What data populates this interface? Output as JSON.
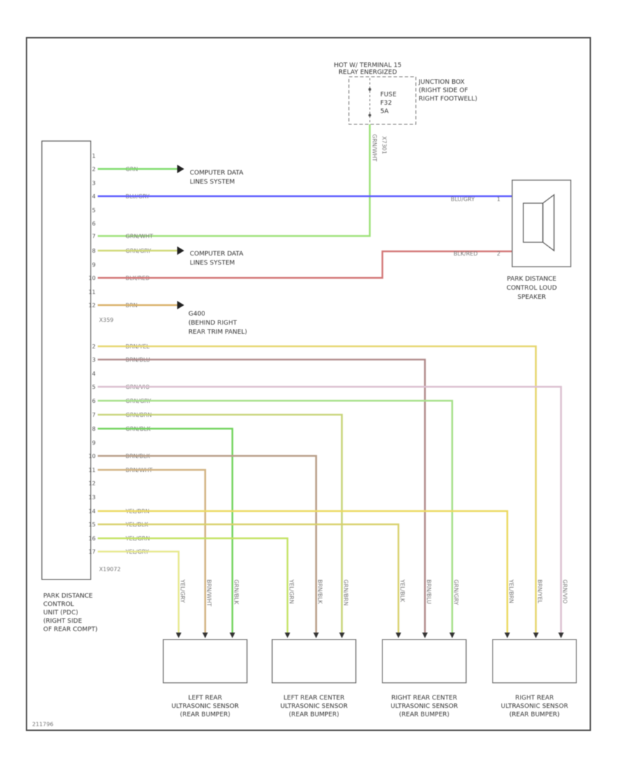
{
  "fuse_block": {
    "hot_line1": "HOT W/ TERMINAL 15",
    "hot_line2": "RELAY ENERGIZED",
    "fuse_label": "FUSE",
    "fuse_id": "F32",
    "fuse_amp": "5A",
    "junction_lines": [
      "JUNCTION BOX",
      "(RIGHT SIDE OF",
      "RIGHT FOOTWELL)"
    ],
    "connector": "X7301"
  },
  "pdc_unit": {
    "name_lines": [
      "PARK DISTANCE",
      "CONTROL",
      "UNIT (PDC)",
      "(RIGHT SIDE",
      "OF REAR COMPT)"
    ],
    "connector_top": "X359",
    "connector_bottom": "X19072"
  },
  "upper_pins": [
    {
      "pin": "1",
      "color": "",
      "wire": ""
    },
    {
      "pin": "2",
      "color": "GRN",
      "wire": "#7ddb6a"
    },
    {
      "pin": "3",
      "color": "",
      "wire": ""
    },
    {
      "pin": "4",
      "color": "BLU/GRY",
      "wire": "#5c5cff"
    },
    {
      "pin": "5",
      "color": "",
      "wire": ""
    },
    {
      "pin": "6",
      "color": "",
      "wire": ""
    },
    {
      "pin": "7",
      "color": "GRN/WHT",
      "wire": "#9ee27a"
    },
    {
      "pin": "8",
      "color": "GRN/GRY",
      "wire": "#cfd873"
    },
    {
      "pin": "9",
      "color": "",
      "wire": ""
    },
    {
      "pin": "10",
      "color": "BLK/RED",
      "wire": "#d27575"
    },
    {
      "pin": "11",
      "color": "",
      "wire": ""
    },
    {
      "pin": "12",
      "color": "BRN",
      "wire": "#d9b068"
    }
  ],
  "lower_pins": [
    {
      "pin": "2",
      "color": "BRN/YEL",
      "wire": "#e6d66e"
    },
    {
      "pin": "3",
      "color": "BRN/BLU",
      "wire": "#b08a8a"
    },
    {
      "pin": "4",
      "color": "",
      "wire": ""
    },
    {
      "pin": "5",
      "color": "GRN/VIO",
      "wire": "#dcc0d0"
    },
    {
      "pin": "6",
      "color": "GRN/GRY",
      "wire": "#a6e08a"
    },
    {
      "pin": "7",
      "color": "GRN/BRN",
      "wire": "#c8d57a"
    },
    {
      "pin": "8",
      "color": "GRN/BLK",
      "wire": "#6fd25a"
    },
    {
      "pin": "9",
      "color": "",
      "wire": ""
    },
    {
      "pin": "10",
      "color": "BRN/BLK",
      "wire": "#b89e88"
    },
    {
      "pin": "11",
      "color": "BRN/WHT",
      "wire": "#d2b484"
    },
    {
      "pin": "12",
      "color": "",
      "wire": ""
    },
    {
      "pin": "13",
      "color": "",
      "wire": ""
    },
    {
      "pin": "14",
      "color": "YEL/BRN",
      "wire": "#ecd960"
    },
    {
      "pin": "15",
      "color": "YEL/BLK",
      "wire": "#d8d06a"
    },
    {
      "pin": "16",
      "color": "YEL/GRN",
      "wire": "#c2e260"
    },
    {
      "pin": "17",
      "color": "YEL/GRY",
      "wire": "#e6e88a"
    }
  ],
  "refs": {
    "comp_data_1": [
      "COMPUTER DATA",
      "LINES SYSTEM"
    ],
    "comp_data_2": [
      "COMPUTER DATA",
      "LINES SYSTEM"
    ],
    "ground": [
      "G400",
      "(BEHIND RIGHT",
      "REAR TRIM PANEL)"
    ]
  },
  "speaker": {
    "wire_top": "BLU/GRY",
    "pin_top": "1",
    "wire_bottom": "BLK/RED",
    "pin_bottom": "2",
    "name_lines": [
      "PARK DISTANCE",
      "CONTROL LOUD",
      "SPEAKER"
    ]
  },
  "fuse_wire": "GRN/WHT",
  "sensors": [
    {
      "wires": [
        "YEL/GRY",
        "BRN/WHT",
        "GRN/BLK"
      ],
      "name_lines": [
        "LEFT REAR",
        "ULTRASONIC SENSOR",
        "(REAR BUMPER)"
      ]
    },
    {
      "wires": [
        "YEL/GRN",
        "BRN/BLK",
        "GRN/BRN"
      ],
      "name_lines": [
        "LEFT REAR CENTER",
        "ULTRASONIC SENSOR",
        "(REAR BUMPER)"
      ]
    },
    {
      "wires": [
        "YEL/BLK",
        "BRN/BLU",
        "GRN/GRY"
      ],
      "name_lines": [
        "RIGHT REAR CENTER",
        "ULTRASONIC SENSOR",
        "(REAR BUMPER)"
      ]
    },
    {
      "wires": [
        "YEL/BRN",
        "BRN/YEL",
        "GRN/VIO"
      ],
      "name_lines": [
        "RIGHT REAR",
        "ULTRASONIC SENSOR",
        "(REAR BUMPER)"
      ]
    }
  ],
  "figure_id": "211796"
}
